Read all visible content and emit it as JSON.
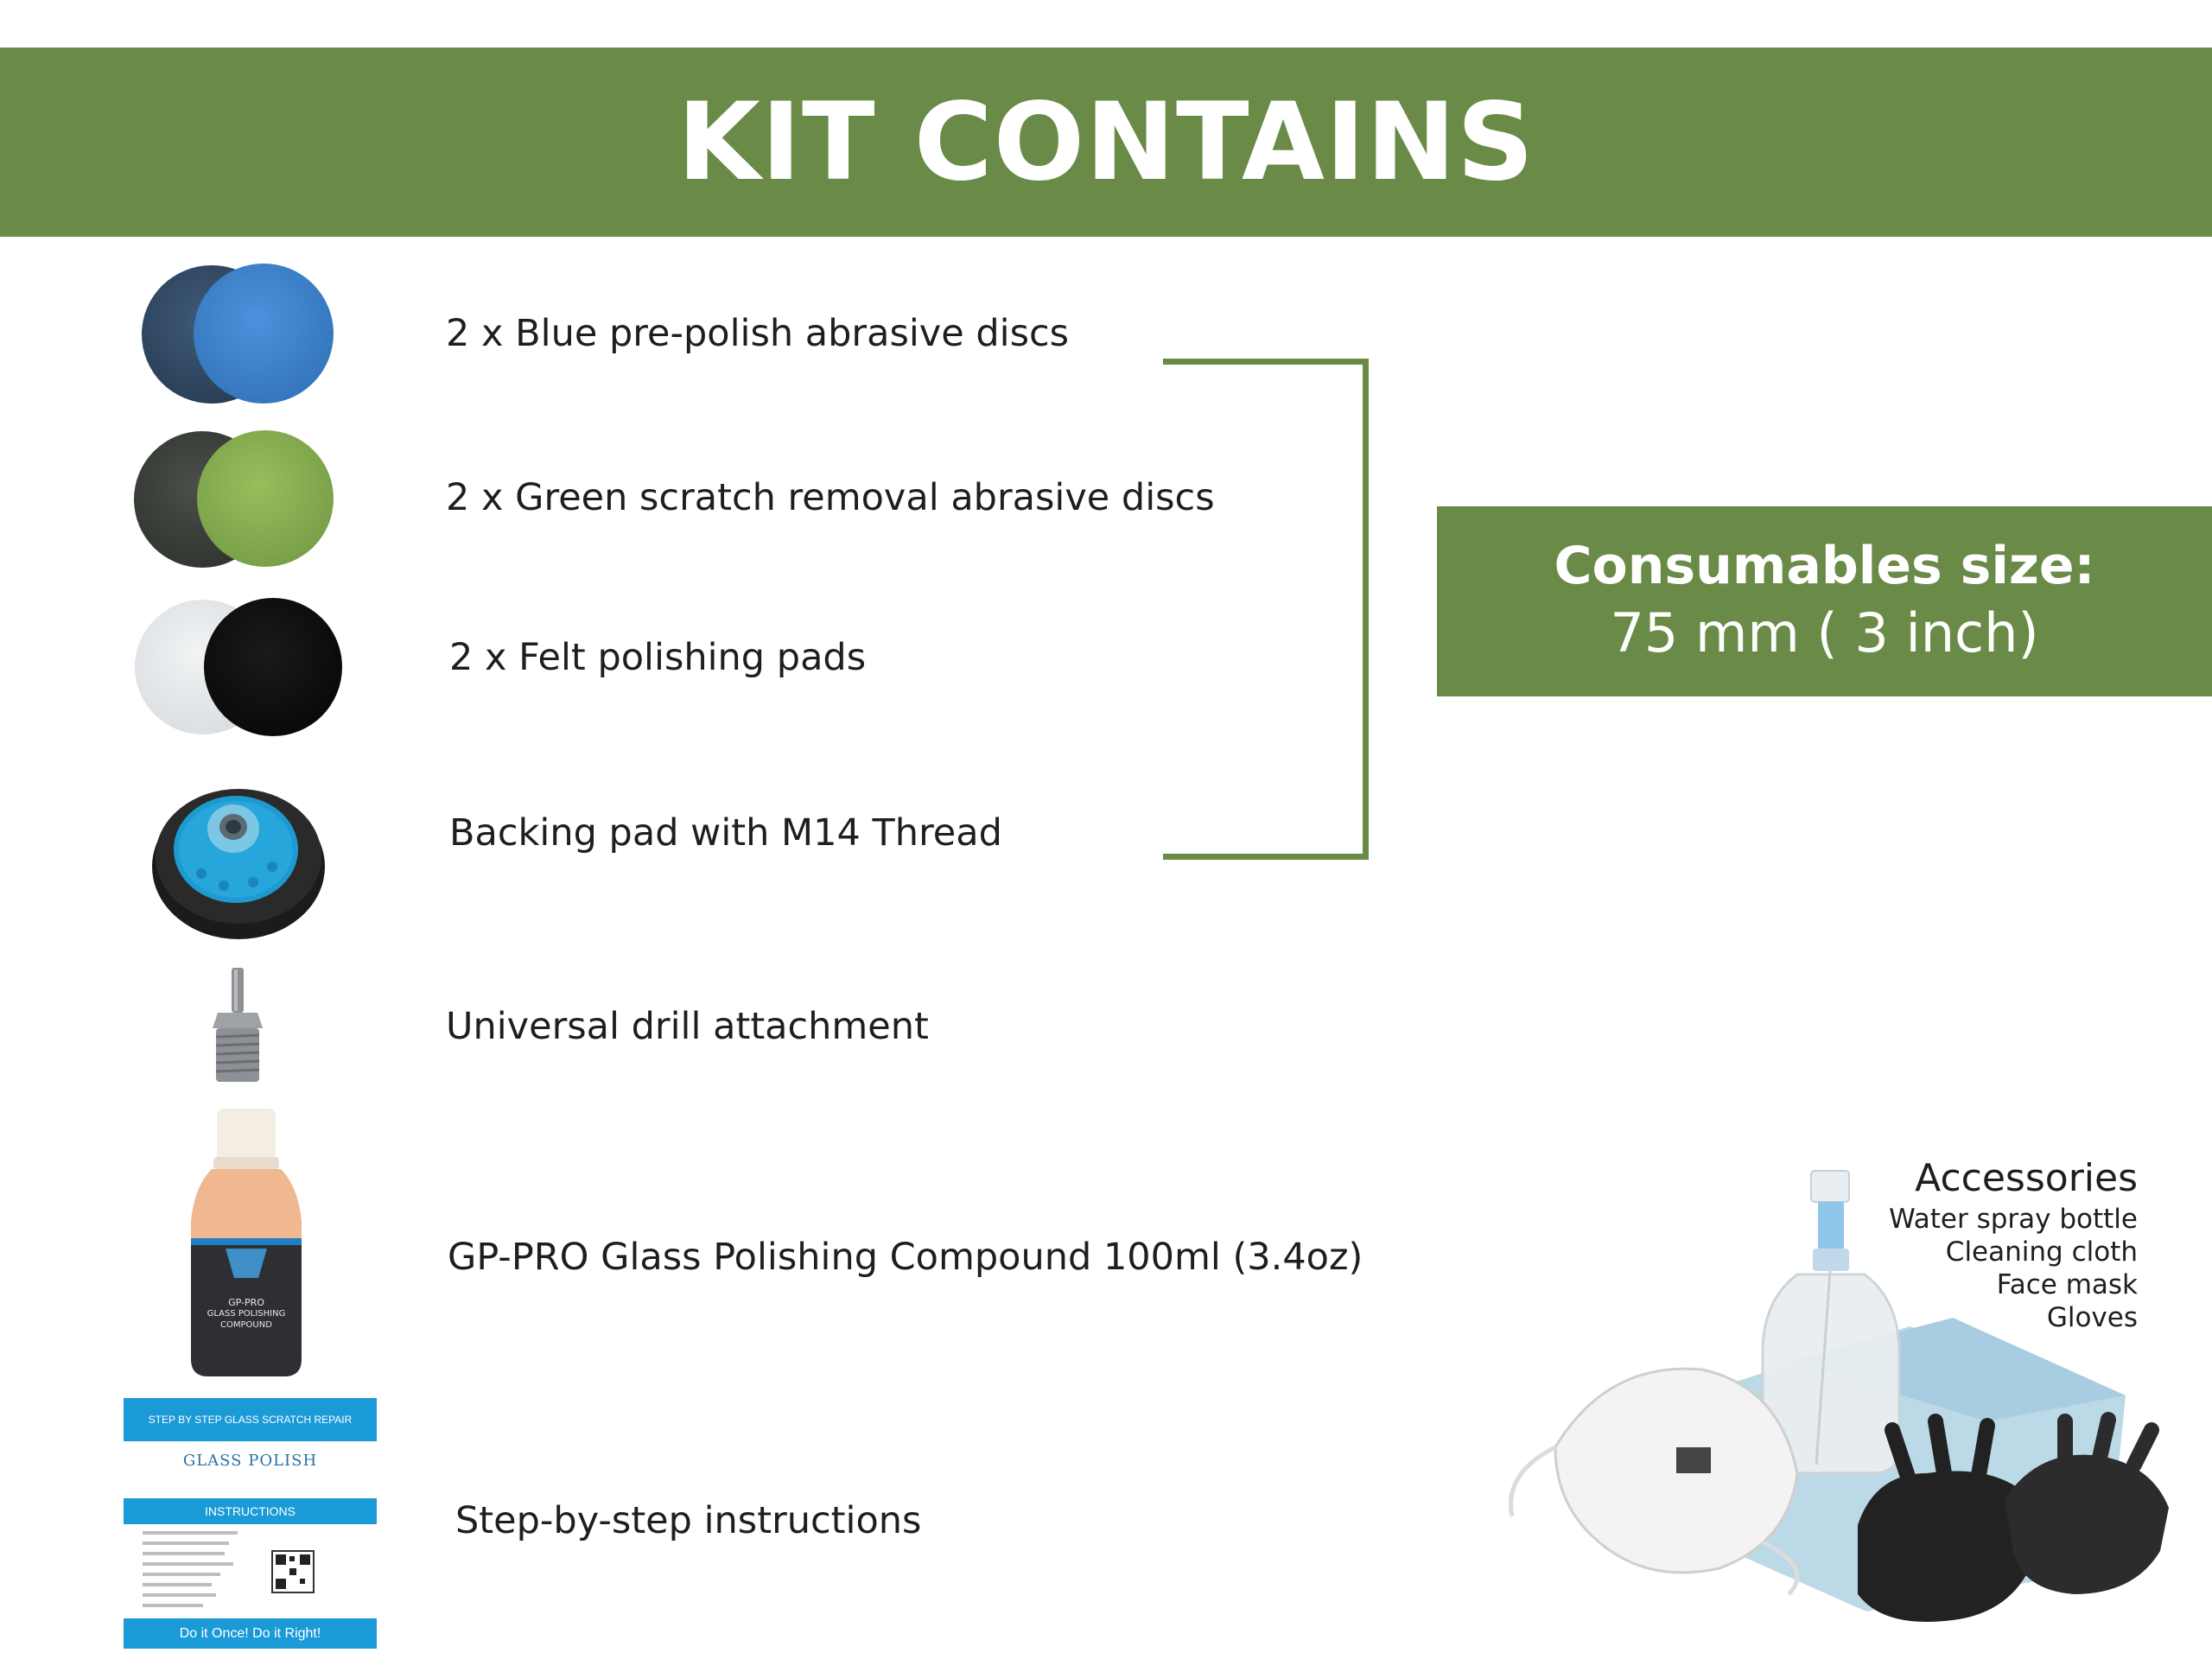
{
  "header": {
    "title": "KIT CONTAINS"
  },
  "items": [
    {
      "label": "2 x Blue pre-polish abrasive discs",
      "icon": "blue-discs-icon"
    },
    {
      "label": "2 x Green scratch removal abrasive discs",
      "icon": "green-discs-icon"
    },
    {
      "label": "2 x Felt polishing pads",
      "icon": "felt-pads-icon"
    },
    {
      "label": "Backing pad with M14 Thread",
      "icon": "backing-pad-icon"
    },
    {
      "label": "Universal drill attachment",
      "icon": "drill-attachment-icon"
    },
    {
      "label": "GP-PRO Glass Polishing Compound 100ml (3.4oz)",
      "icon": "compound-bottle-icon"
    },
    {
      "label": "Step-by-step instructions",
      "icon": "instruction-sheet-icon"
    }
  ],
  "consumables": {
    "title": "Consumables size:",
    "value": "75 mm ( 3 inch)"
  },
  "accessories": {
    "title": "Accessories",
    "items": [
      "Water spray bottle",
      "Cleaning cloth",
      "Face mask",
      "Gloves"
    ]
  },
  "sheet": {
    "header": "STEP BY STEP GLASS SCRATCH REPAIR",
    "logo": "GLASS POLISH",
    "section": "INSTRUCTIONS",
    "footer": "Do it Once! Do it Right!"
  },
  "bottle": {
    "brand": "GP-PRO",
    "line1": "GLASS POLISHING",
    "line2": "COMPOUND"
  },
  "colors": {
    "accent_green": "#6a8a47",
    "disc_blue": "#3a82c9",
    "disc_green": "#86ac4e",
    "sheet_blue": "#1b9ad8"
  }
}
